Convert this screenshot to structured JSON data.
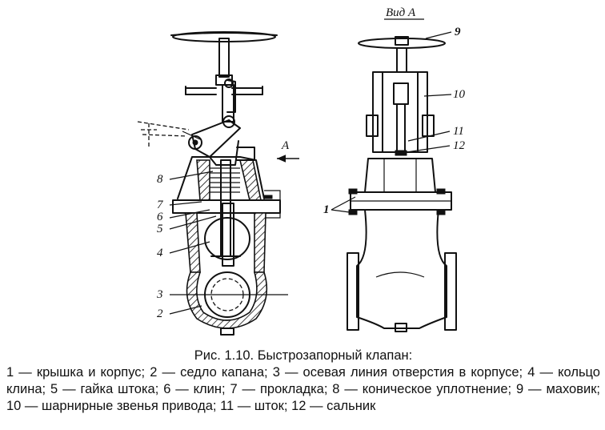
{
  "figure": {
    "view_label": "Вид А",
    "arrow_label": "А",
    "left_labels": {
      "l8": "8",
      "l7": "7",
      "l6": "6",
      "l5": "5",
      "l4": "4",
      "l3": "3",
      "l2": "2"
    },
    "right_labels": {
      "l9": "9",
      "l10": "10",
      "l11": "11",
      "l12": "12",
      "l1": "1"
    }
  },
  "caption": {
    "title": "Рис. 1.10. Быстрозапорный клапан:",
    "legend": "1 — крышка и корпус; 2 — седло капана; 3 — осевая линия отверстия в корпусе; 4 — кольцо клина; 5 — гайка штока; 6 — клин; 7 — прокладка; 8 — коническое уплотнение; 9 — маховик; 10 — шарнирные звенья привода; 11 — шток; 12 — сальник"
  }
}
